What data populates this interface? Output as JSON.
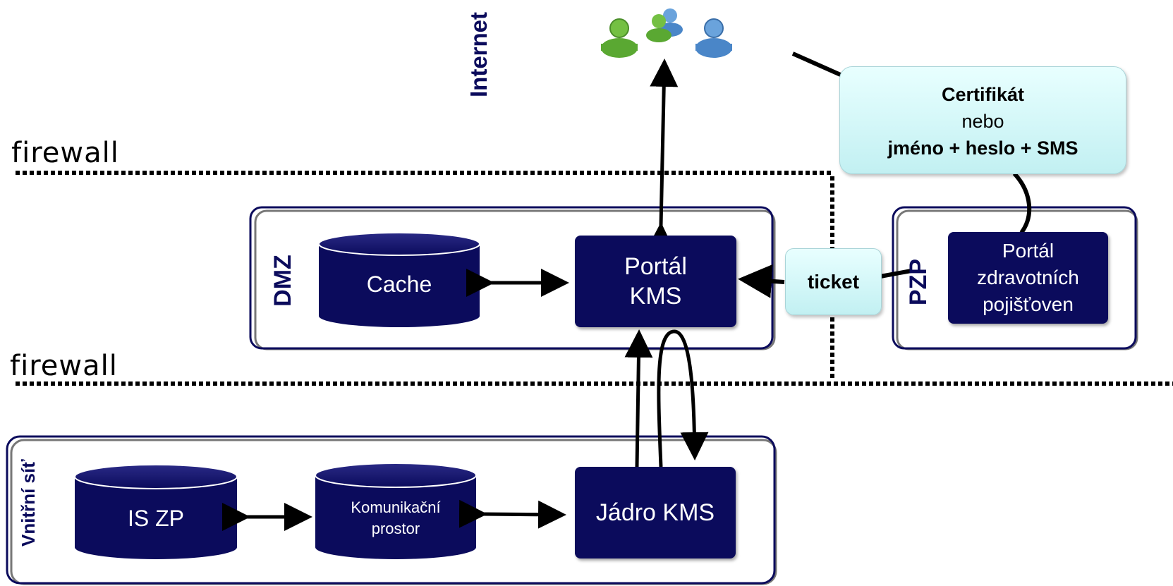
{
  "labels": {
    "internet": "Internet",
    "firewall_top": "firewall",
    "firewall_bottom": "firewall",
    "dmz": "DMZ",
    "pzp": "PZP",
    "internal_net": "Vnitřní síť"
  },
  "nodes": {
    "cache": "Cache",
    "portal_kms_line1": "Portál",
    "portal_kms_line2": "KMS",
    "portal_zp_line1": "Portál",
    "portal_zp_line2": "zdravotních",
    "portal_zp_line3": "pojišťoven",
    "is_zp": "IS ZP",
    "komunikacni_line1": "Komunikační",
    "komunikacni_line2": "prostor",
    "jadro_kms": "Jádro KMS"
  },
  "callouts": {
    "auth_line1": "Certifikát",
    "auth_line2": "nebo",
    "auth_line3": "jméno + heslo + SMS",
    "ticket": "ticket"
  },
  "icons": [
    "user-green-icon",
    "users-group-icon",
    "user-blue-icon"
  ],
  "colors": {
    "navy": "#0b0b5c",
    "callout_bg": "#d4f7f8",
    "user_green": "#5aa832",
    "user_blue": "#4a86c8"
  }
}
